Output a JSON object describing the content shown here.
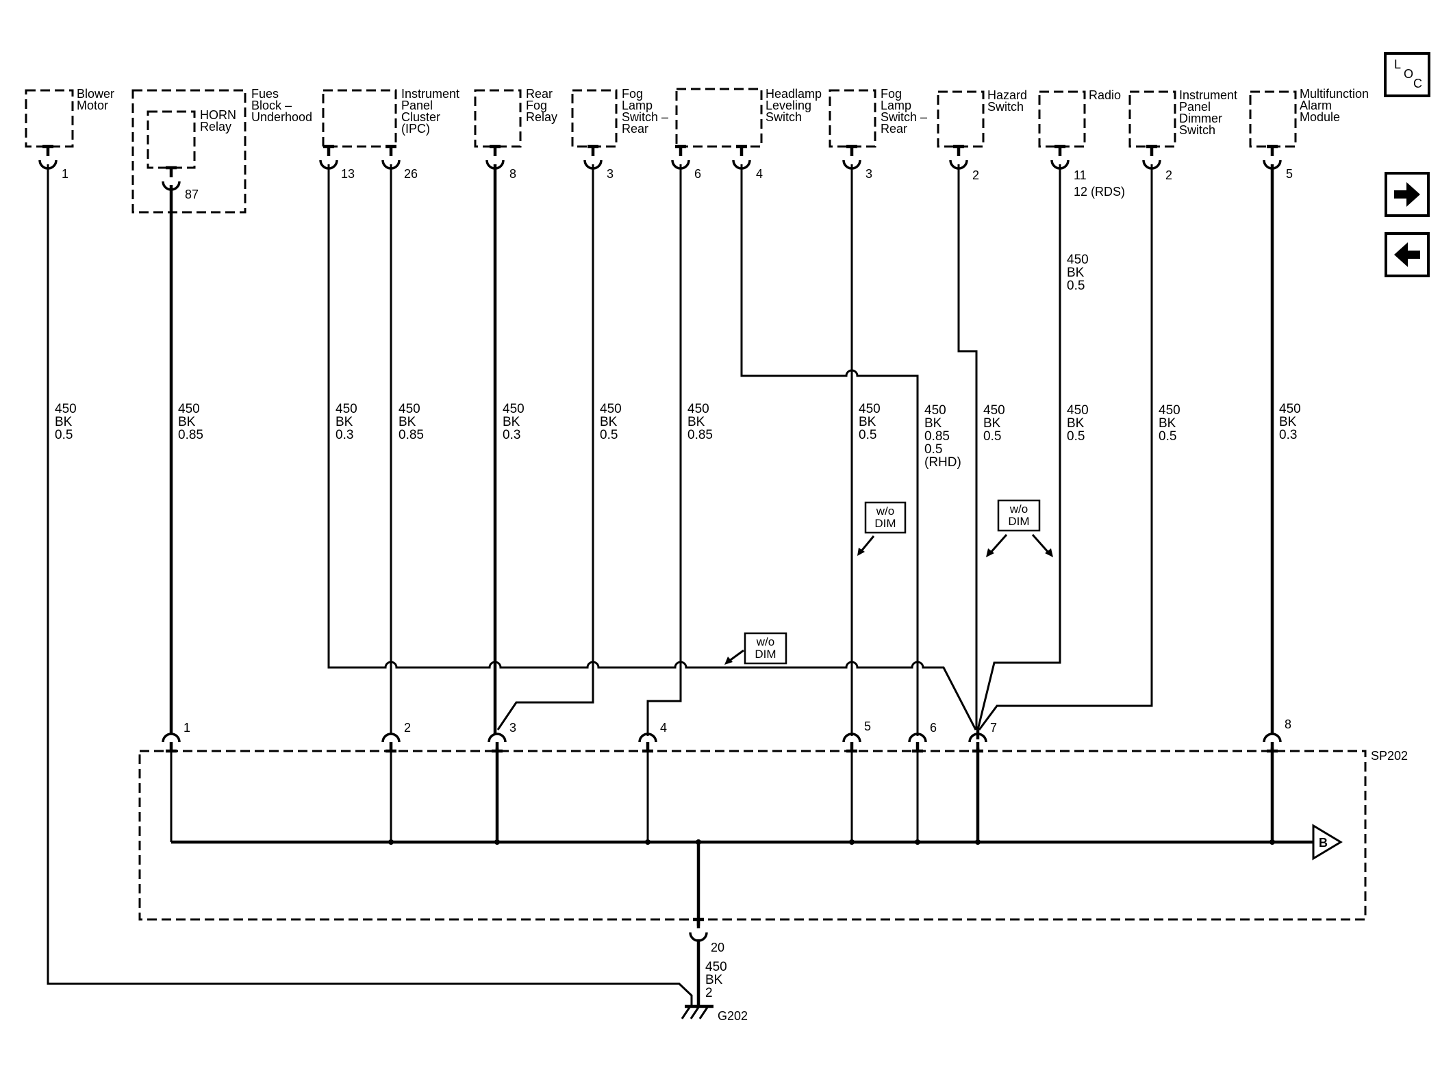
{
  "components": [
    {
      "id": "blower",
      "lines": [
        "Blower",
        "Motor"
      ]
    },
    {
      "id": "fuse",
      "lines": [
        "Fues",
        "Block –",
        "Underhood"
      ]
    },
    {
      "id": "horn",
      "lines": [
        "HORN",
        "Relay"
      ]
    },
    {
      "id": "ipc",
      "lines": [
        "Instrument",
        "Panel",
        "Cluster",
        "(IPC)"
      ]
    },
    {
      "id": "rearfog",
      "lines": [
        "Rear",
        "Fog",
        "Relay"
      ]
    },
    {
      "id": "foglamp1",
      "lines": [
        "Fog",
        "Lamp",
        "Switch –",
        "Rear"
      ]
    },
    {
      "id": "headlamp",
      "lines": [
        "Headlamp",
        "Leveling",
        "Switch"
      ]
    },
    {
      "id": "foglamp2",
      "lines": [
        "Fog",
        "Lamp",
        "Switch –",
        "Rear"
      ]
    },
    {
      "id": "hazard",
      "lines": [
        "Hazard",
        "Switch"
      ]
    },
    {
      "id": "radio",
      "lines": [
        "Radio"
      ]
    },
    {
      "id": "dimmer",
      "lines": [
        "Instrument",
        "Panel",
        "Dimmer",
        "Switch"
      ]
    },
    {
      "id": "alarm",
      "lines": [
        "Multifunction",
        "Alarm",
        "Module"
      ]
    }
  ],
  "pins": [
    {
      "id": "blower",
      "text": "1"
    },
    {
      "id": "horn",
      "text": "87"
    },
    {
      "id": "ipc13",
      "text": "13"
    },
    {
      "id": "ipc26",
      "text": "26"
    },
    {
      "id": "rearfog",
      "text": "8"
    },
    {
      "id": "foglamp1",
      "text": "3"
    },
    {
      "id": "head6",
      "text": "6"
    },
    {
      "id": "head4",
      "text": "4"
    },
    {
      "id": "foglamp2",
      "text": "3"
    },
    {
      "id": "hazard",
      "text": "2"
    },
    {
      "id": "radio",
      "text": "11"
    },
    {
      "id": "radio_rds",
      "text": "12 (RDS)"
    },
    {
      "id": "dimmer",
      "text": "2"
    },
    {
      "id": "alarm",
      "text": "5"
    }
  ],
  "wires": [
    {
      "id": "blower",
      "lines": [
        "450",
        "BK",
        "0.5"
      ]
    },
    {
      "id": "horn",
      "lines": [
        "450",
        "BK",
        "0.85"
      ]
    },
    {
      "id": "ipc13",
      "lines": [
        "450",
        "BK",
        "0.3"
      ]
    },
    {
      "id": "ipc26",
      "lines": [
        "450",
        "BK",
        "0.85"
      ]
    },
    {
      "id": "rearfog",
      "lines": [
        "450",
        "BK",
        "0.3"
      ]
    },
    {
      "id": "foglamp1",
      "lines": [
        "450",
        "BK",
        "0.5"
      ]
    },
    {
      "id": "head6",
      "lines": [
        "450",
        "BK",
        "0.85"
      ]
    },
    {
      "id": "foglamp2",
      "lines": [
        "450",
        "BK",
        "0.5"
      ]
    },
    {
      "id": "head4",
      "lines": [
        "450",
        "BK",
        "0.85",
        "0.5",
        "(RHD)"
      ]
    },
    {
      "id": "hazard",
      "lines": [
        "450",
        "BK",
        "0.5"
      ]
    },
    {
      "id": "radio_top",
      "lines": [
        "450",
        "BK",
        "0.5"
      ]
    },
    {
      "id": "radio",
      "lines": [
        "450",
        "BK",
        "0.5"
      ]
    },
    {
      "id": "dimmer",
      "lines": [
        "450",
        "BK",
        "0.5"
      ]
    },
    {
      "id": "alarm",
      "lines": [
        "450",
        "BK",
        "0.3"
      ]
    },
    {
      "id": "ground",
      "lines": [
        "450",
        "BK",
        "2"
      ]
    }
  ],
  "splice_pins": [
    "1",
    "2",
    "3",
    "4",
    "5",
    "6",
    "7",
    "8"
  ],
  "splice_label": "SP202",
  "ground_pin": "20",
  "ground_label": "G202",
  "badge_lines": [
    "w/o",
    "DIM"
  ],
  "loc_letters": [
    "L",
    "O",
    "C"
  ],
  "offpage_label": "B",
  "nav": {
    "forward": "right-arrow",
    "back": "left-arrow"
  }
}
